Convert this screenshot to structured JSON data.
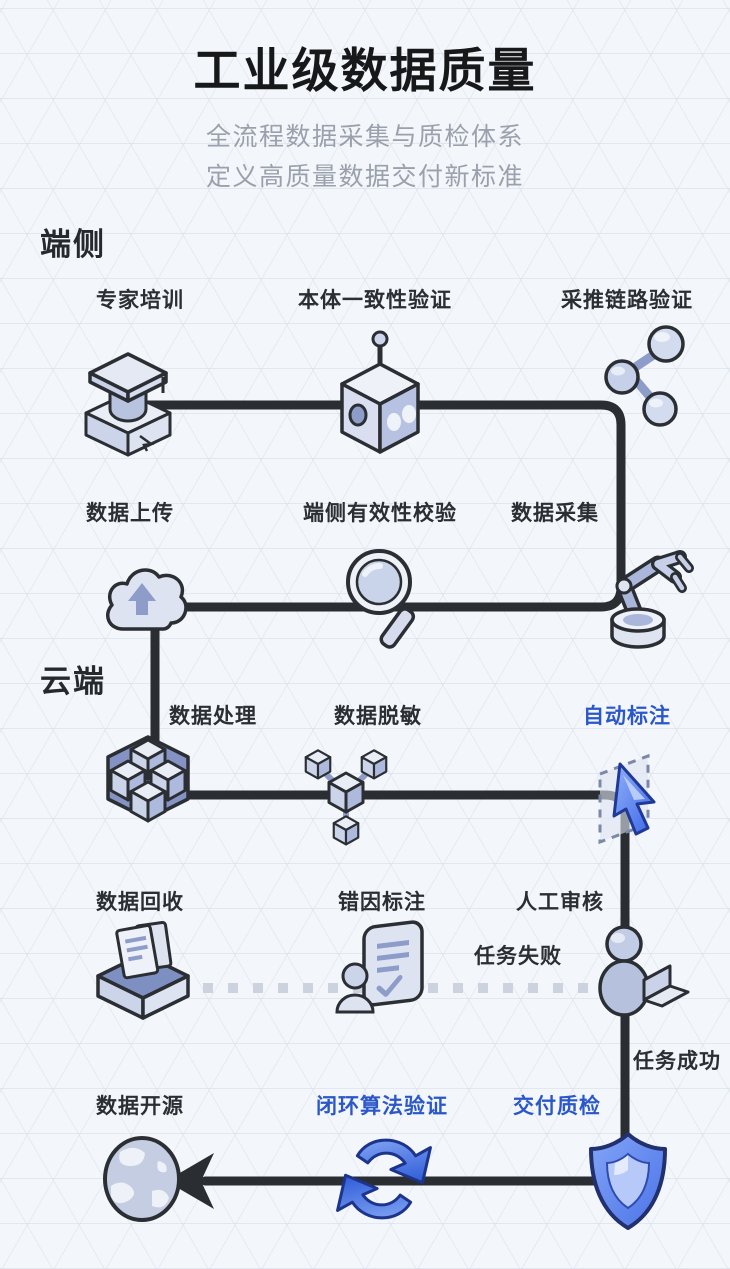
{
  "header": {
    "title": "工业级数据质量",
    "subtitle_line1": "全流程数据采集与质检体系",
    "subtitle_line2": "定义高质量数据交付新标准"
  },
  "sections": {
    "edge_side": "端侧",
    "cloud_side": "云端"
  },
  "nodes": {
    "expert_training": {
      "label": "专家培训",
      "icon": "graduation-cap-icon"
    },
    "ontology_consistency_verification": {
      "label": "本体一致性验证",
      "icon": "robot-icon"
    },
    "collection_push_link_verification": {
      "label": "采推链路验证",
      "icon": "molecule-icon"
    },
    "data_upload": {
      "label": "数据上传",
      "icon": "cloud-upload-icon"
    },
    "edge_validity_check": {
      "label": "端侧有效性校验",
      "icon": "magnifier-icon"
    },
    "data_collection": {
      "label": "数据采集",
      "icon": "robot-arm-icon"
    },
    "data_processing": {
      "label": "数据处理",
      "icon": "cube-stack-icon"
    },
    "data_desensitization": {
      "label": "数据脱敏",
      "icon": "network-cubes-icon"
    },
    "auto_labeling": {
      "label": "自动标注",
      "icon": "cursor-icon",
      "accent": "true"
    },
    "data_recycling": {
      "label": "数据回收",
      "icon": "inbox-documents-icon"
    },
    "error_cause_labeling": {
      "label": "错因标注",
      "icon": "person-document-icon"
    },
    "manual_review": {
      "label": "人工审核",
      "icon": "person-laptop-icon"
    },
    "data_open_source": {
      "label": "数据开源",
      "icon": "globe-icon"
    },
    "closed_loop_algorithm_verification": {
      "label": "闭环算法验证",
      "icon": "sync-arrows-icon",
      "accent": "true"
    },
    "delivery_quality_inspection": {
      "label": "交付质检",
      "icon": "shield-icon",
      "accent": "true"
    }
  },
  "flow_labels": {
    "task_failed": "任务失败",
    "task_success": "任务成功"
  },
  "appearance": {
    "background_color": "#f3f6fa",
    "pattern_line_color": "#e3e8f0",
    "title_color": "#17181a",
    "subtitle_color": "#9aa1ac",
    "label_color": "#2b2e33",
    "accent_text_color": "#2b57c8",
    "connector_color": "#2a2d31",
    "dashed_connector_color": "#cdd3de",
    "icon_blue": "#4a78ec"
  }
}
